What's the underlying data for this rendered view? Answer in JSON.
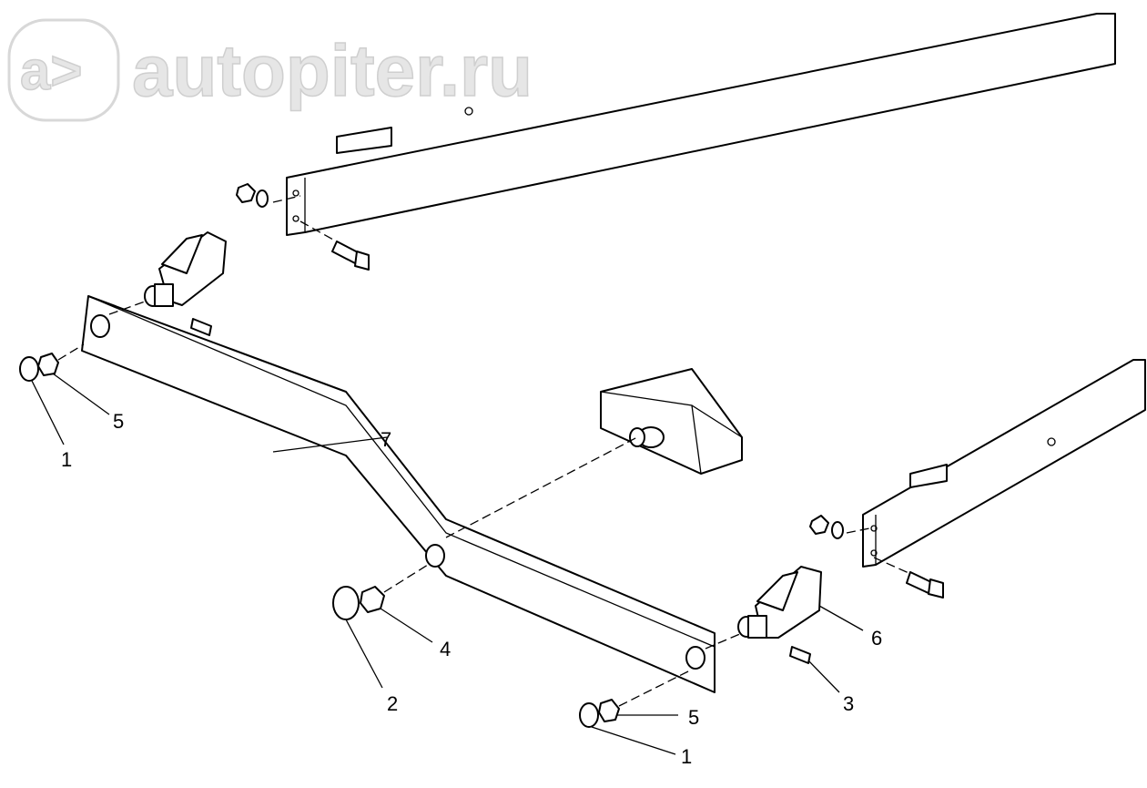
{
  "watermark": {
    "text": "autopiter.ru"
  },
  "callouts": [
    {
      "id": "1a",
      "label": "1"
    },
    {
      "id": "5a",
      "label": "5"
    },
    {
      "id": "7",
      "label": "7"
    },
    {
      "id": "4",
      "label": "4"
    },
    {
      "id": "2",
      "label": "2"
    },
    {
      "id": "6",
      "label": "6"
    },
    {
      "id": "3",
      "label": "3"
    },
    {
      "id": "5b",
      "label": "5"
    },
    {
      "id": "1b",
      "label": "1"
    }
  ]
}
